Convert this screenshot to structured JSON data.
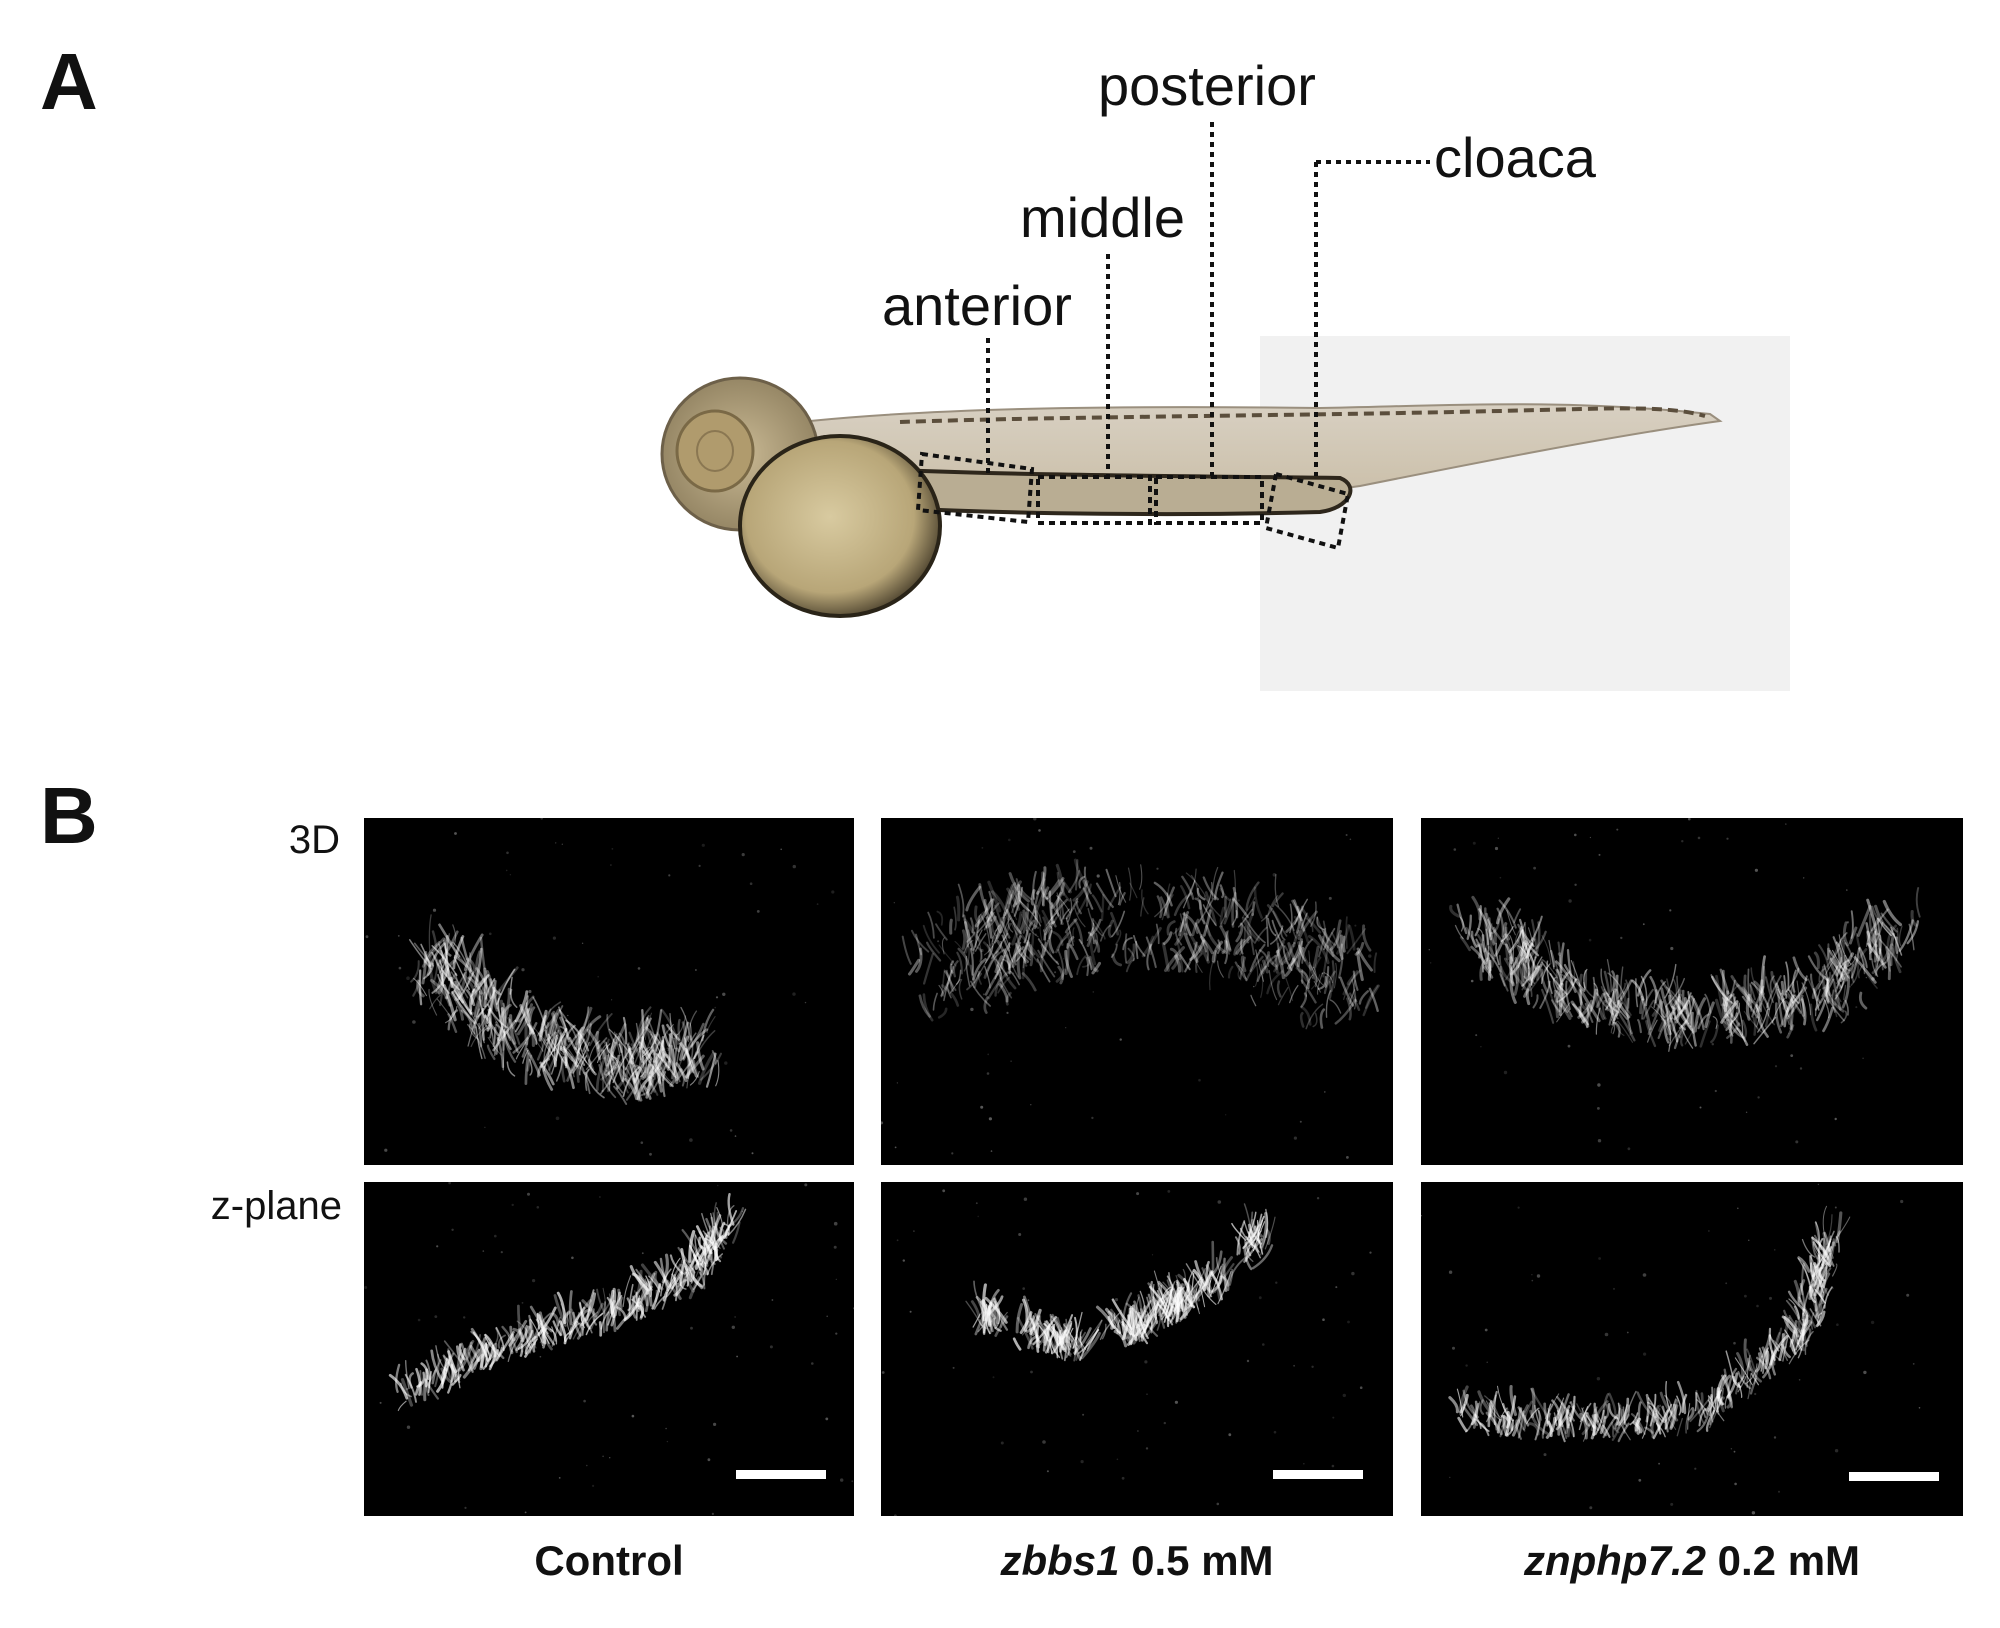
{
  "panel_a": {
    "letter": "A",
    "regions": {
      "anterior": "anterior",
      "middle": "middle",
      "posterior": "posterior",
      "cloaca": "cloaca"
    }
  },
  "panel_b": {
    "letter": "B",
    "rows": {
      "three_d": "3D",
      "z_plane": "z-plane"
    },
    "conditions": {
      "control": "Control",
      "bbs_gene": "zbbs1",
      "bbs_dose": " 0.5 mM",
      "nphp_gene": "znphp7.2",
      "nphp_dose": " 0.2 mM"
    }
  },
  "colors": {
    "micrograph_background": "#000000",
    "signal": "#ffffff",
    "embryo_tint": "#c9b98c"
  }
}
